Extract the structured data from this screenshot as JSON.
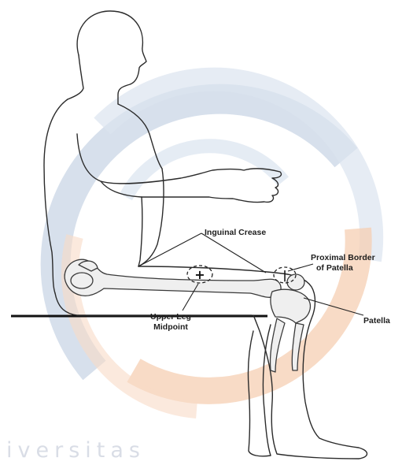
{
  "watermark": {
    "text": "iversitas",
    "colors": {
      "blue_ring": "#c9d6e6",
      "orange_ring": "#f6cfb3",
      "text": "#d9dde6"
    }
  },
  "labels": {
    "inguinal_crease": "Inguinal Crease",
    "proximal_border_line1": "Proximal Border",
    "proximal_border_line2": "of Patella",
    "patella": "Patella",
    "upper_leg_line1": "Upper Leg",
    "upper_leg_line2": "Midpoint"
  },
  "markers": {
    "midpoint_symbol": "+",
    "patella_symbol": "|"
  },
  "icons": [
    "seated-figure-icon",
    "femur-bone-icon",
    "knee-joint-icon"
  ]
}
